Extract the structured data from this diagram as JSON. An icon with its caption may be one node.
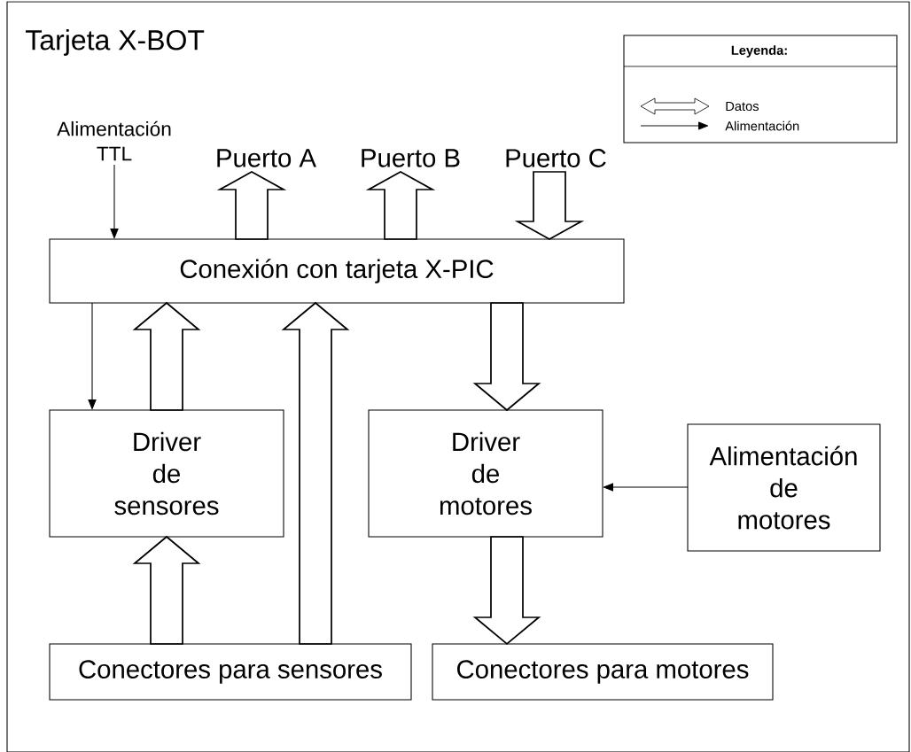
{
  "diagram": {
    "title": "Tarjeta X-BOT",
    "nodes": [
      {
        "text": [
          "Conexión con tarjeta X-PIC"
        ]
      },
      {
        "text": [
          "Driver de sensores"
        ]
      },
      {
        "text": [
          "Driver de motores"
        ]
      },
      {
        "text": [
          "Alimentación de motores"
        ]
      },
      {
        "text": [
          "Conectores para sensores"
        ]
      },
      {
        "text": [
          "Conectores para motores"
        ]
      },
      {
        "text": [
          "Alimentación TTL"
        ]
      },
      {
        "text": [
          "Puerto A"
        ]
      },
      {
        "text": [
          "Puerto B"
        ]
      },
      {
        "text": [
          "Puerto C"
        ]
      }
    ],
    "edges": [
      {
        "from": 6,
        "to": 0,
        "arrow": "to"
      },
      {
        "from": 0,
        "to": 7,
        "arrow": "to",
        "style": "thick"
      },
      {
        "from": 0,
        "to": 8,
        "arrow": "to",
        "style": "thick"
      },
      {
        "from": 9,
        "to": 0,
        "arrow": "to",
        "style": "thick"
      },
      {
        "from": 0,
        "to": 1,
        "arrow": "to"
      },
      {
        "from": 1,
        "to": 0,
        "arrow": "to",
        "style": "thick"
      },
      {
        "from": 4,
        "to": 0,
        "arrow": "to",
        "style": "thick"
      },
      {
        "from": 0,
        "to": 2,
        "arrow": "to",
        "style": "thick"
      },
      {
        "from": 3,
        "to": 2,
        "arrow": "to"
      },
      {
        "from": 4,
        "to": 1,
        "arrow": "to",
        "style": "thick"
      },
      {
        "from": 2,
        "to": 5,
        "arrow": "to",
        "style": "thick"
      }
    ],
    "labels": [
      "Leyenda:"
    ],
    "legend": [
      {
        "text": "Datos"
      },
      {
        "text": "Alimentación"
      }
    ]
  }
}
